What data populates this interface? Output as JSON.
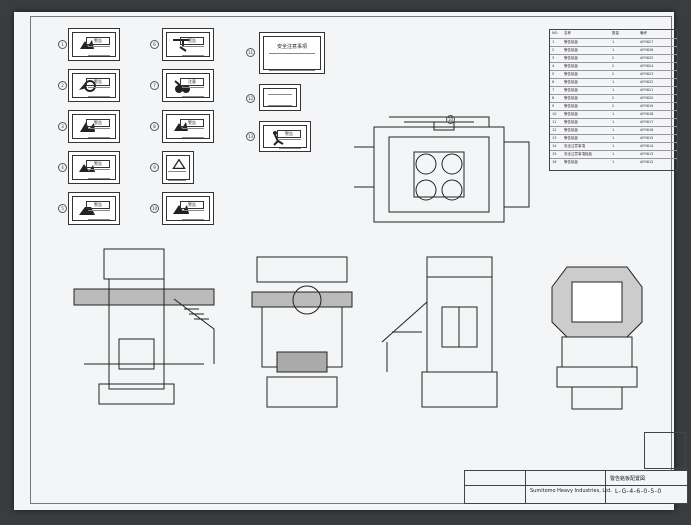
{
  "drawing": {
    "labels": [
      {
        "id": "1",
        "warn": "警告"
      },
      {
        "id": "2",
        "warn": "警告"
      },
      {
        "id": "3",
        "warn": "警告"
      },
      {
        "id": "4",
        "warn": "警告"
      },
      {
        "id": "5",
        "warn": "警告"
      },
      {
        "id": "6",
        "warn": "警告"
      },
      {
        "id": "7",
        "warn": "注意"
      },
      {
        "id": "8",
        "warn": "警告"
      },
      {
        "id": "9",
        "warn": ""
      },
      {
        "id": "10",
        "warn": "警告"
      },
      {
        "id": "11",
        "warn": ""
      },
      {
        "id": "12",
        "warn": ""
      },
      {
        "id": "13",
        "warn": "警告"
      }
    ],
    "notice_title": "安全注意事項",
    "callout_center": "10",
    "parts_list": {
      "header": [
        "NO.",
        "名称",
        "数量",
        "備考"
      ],
      "rows": [
        [
          "1",
          "警告銘板",
          "1",
          "AP0827"
        ],
        [
          "2",
          "警告銘板",
          "1",
          "AP0826"
        ],
        [
          "3",
          "警告銘板",
          "2",
          "AP0825"
        ],
        [
          "4",
          "警告銘板",
          "2",
          "AP0824"
        ],
        [
          "5",
          "警告銘板",
          "2",
          "AP0823"
        ],
        [
          "6",
          "警告銘板",
          "1",
          "AP0822"
        ],
        [
          "7",
          "警告銘板",
          "1",
          "AP0821"
        ],
        [
          "8",
          "警告銘板",
          "2",
          "AP0820"
        ],
        [
          "9",
          "警告銘板",
          "2",
          "AP0819"
        ],
        [
          "10",
          "警告銘板",
          "1",
          "AP0818"
        ],
        [
          "11",
          "警告銘板",
          "1",
          "AP0817"
        ],
        [
          "12",
          "警告銘板",
          "1",
          "AP0816"
        ],
        [
          "13",
          "警告銘板",
          "1",
          "AP0815"
        ],
        [
          "14",
          "安全注意事項",
          "1",
          "AP0814"
        ],
        [
          "15",
          "安全注意事項銘板",
          "1",
          "AP0813"
        ],
        [
          "16",
          "警告銘板",
          "1",
          "AP0812"
        ]
      ]
    },
    "title_block": {
      "company": "Sumitomo Heavy Industries, Ltd.",
      "title": "警告銘板配置図",
      "number": "L-G-4-6-0-5-0"
    }
  }
}
